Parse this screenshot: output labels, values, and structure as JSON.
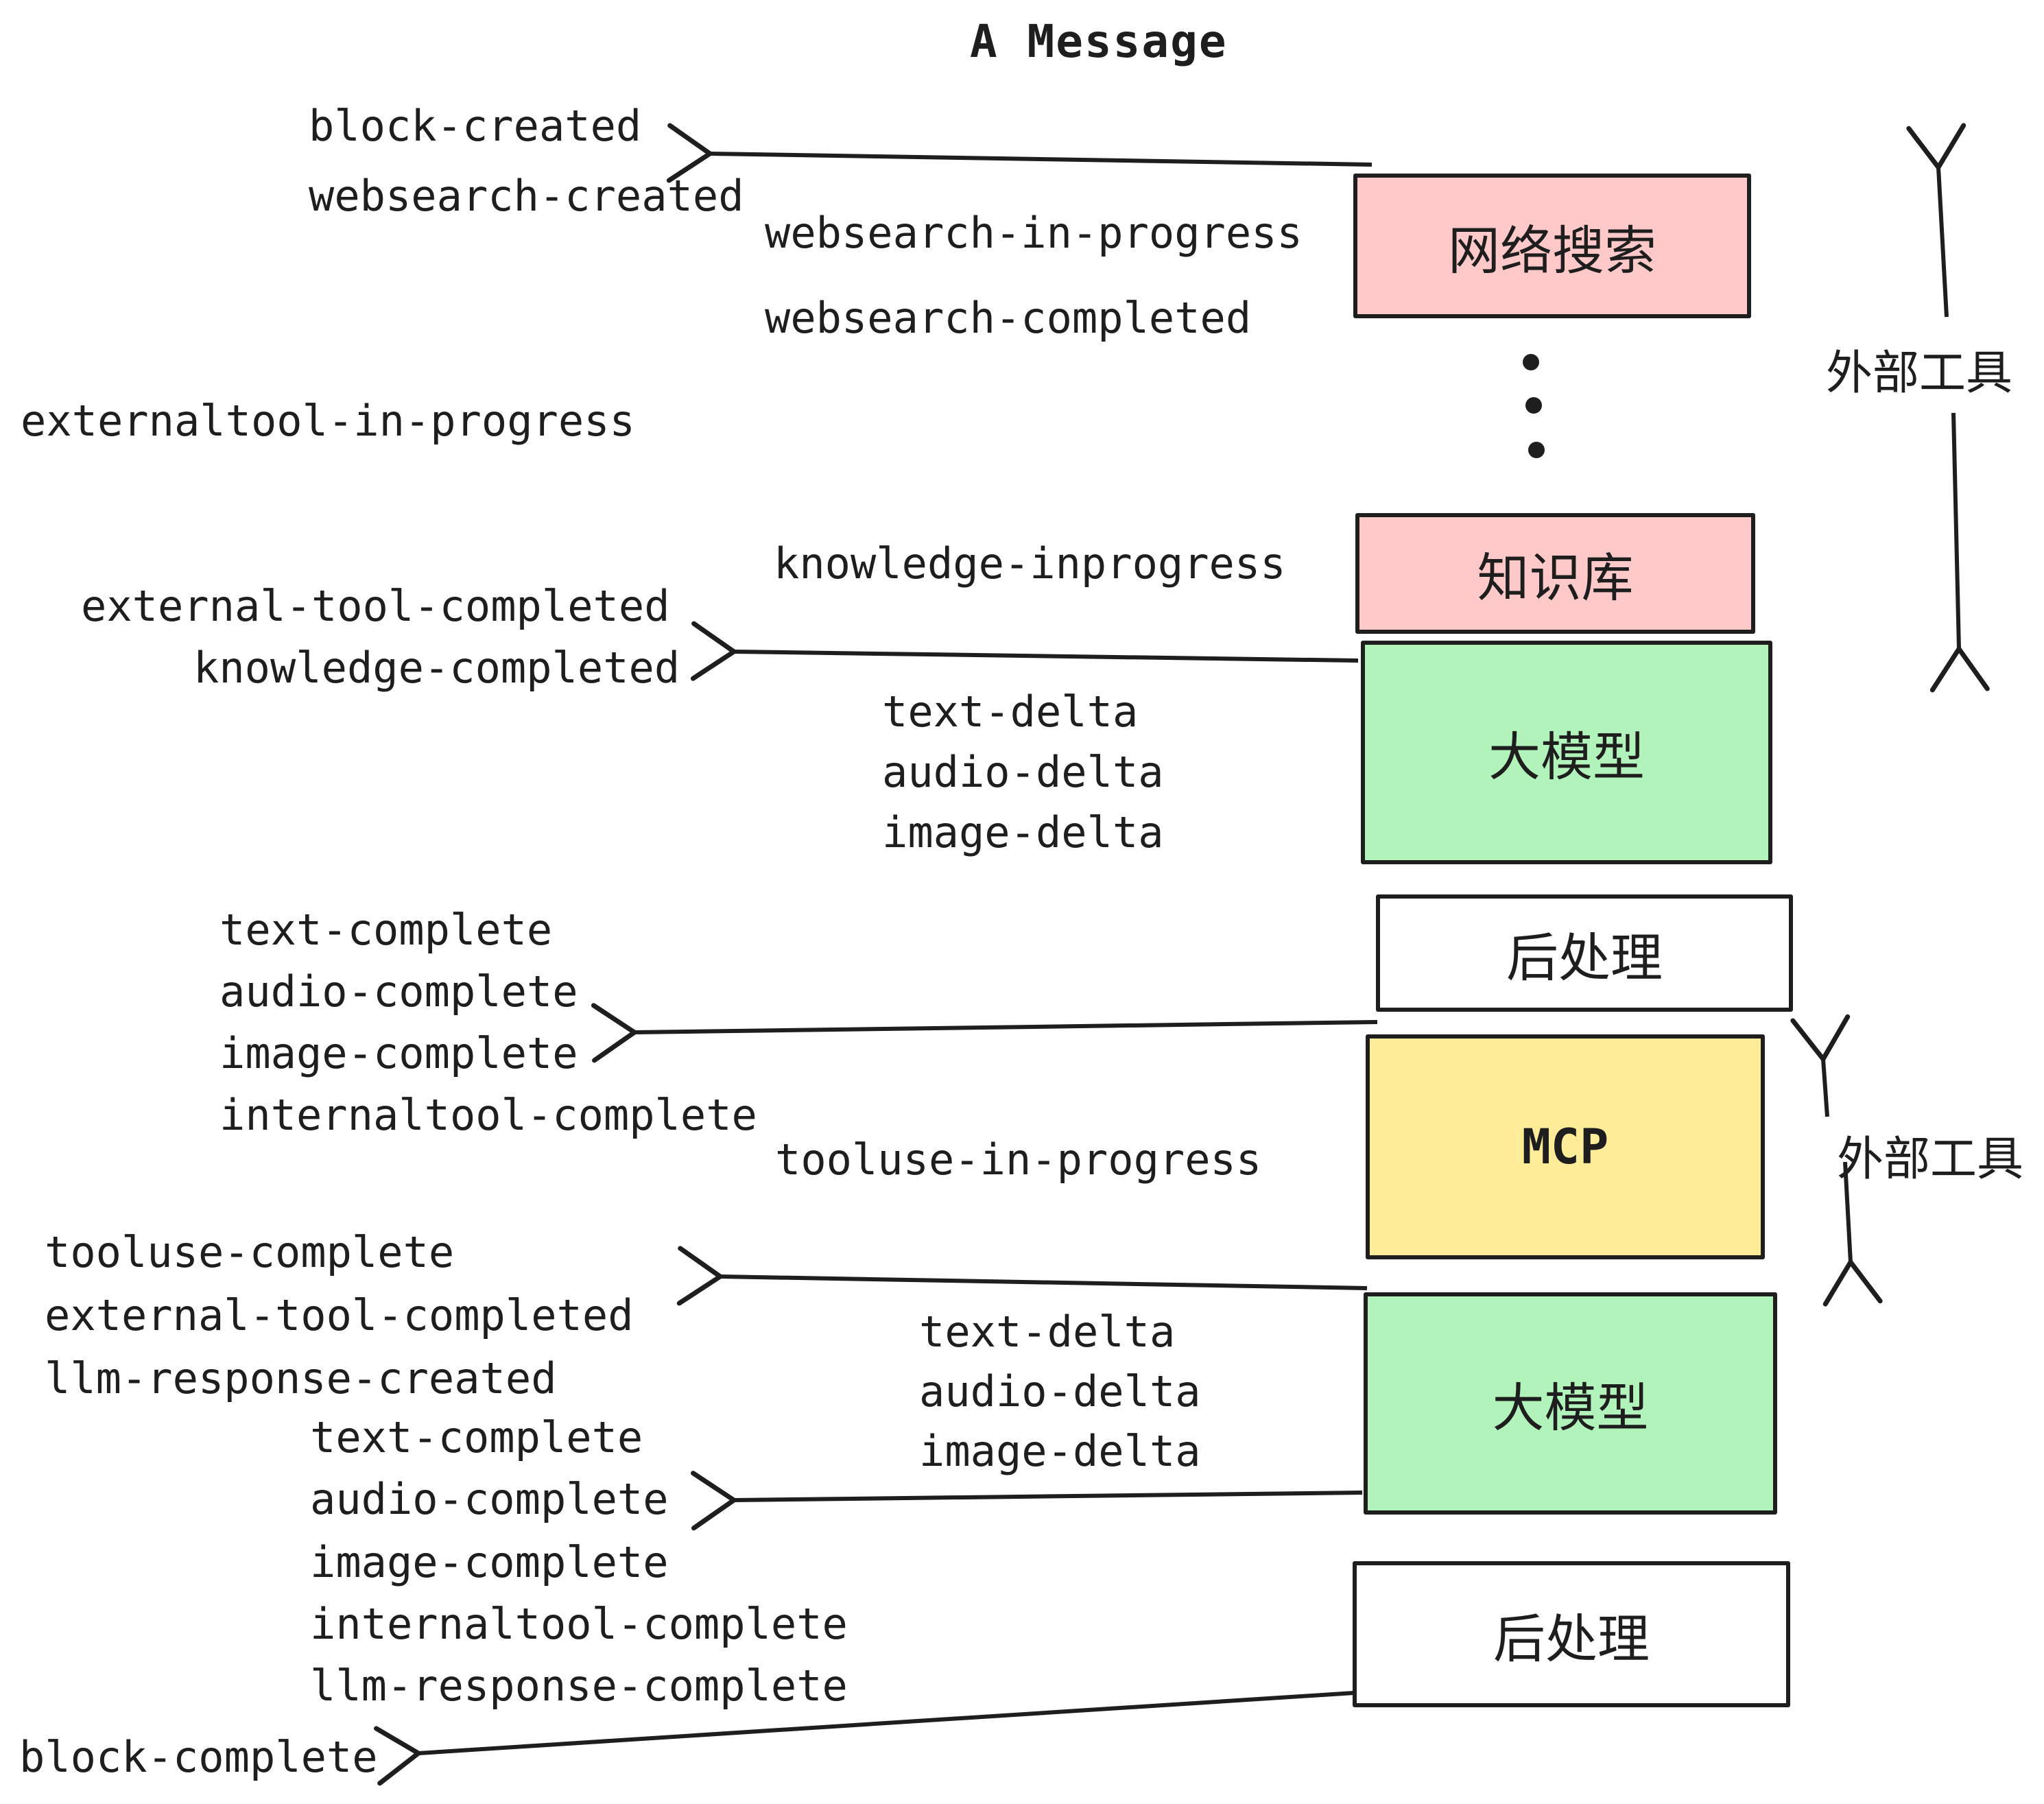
{
  "title": "A Message",
  "colors": {
    "ink": "#1e1e1e",
    "pink": "#ffc9c9",
    "green": "#b2f2bb",
    "yellow": "#ffec99",
    "white": "#ffffff"
  },
  "boxes": {
    "websearch": "网络搜索",
    "knowledge": "知识库",
    "llm1": "大模型",
    "post1": "后处理",
    "mcp": "MCP",
    "llm2": "大模型",
    "post2": "后处理"
  },
  "side_labels": {
    "external_tools_top": "外部工具",
    "external_tools_mid": "外部工具"
  },
  "events": {
    "block_created": "block-created",
    "websearch_created": "websearch-created",
    "websearch_in_progress": "websearch-in-progress",
    "websearch_completed": "websearch-completed",
    "externaltool_in_progress": "externaltool-in-progress",
    "knowledge_inprogress": "knowledge-inprogress",
    "external_tool_completed_1": "external-tool-completed",
    "knowledge_completed": "knowledge-completed",
    "text_delta_1": "text-delta",
    "audio_delta_1": "audio-delta",
    "image_delta_1": "image-delta",
    "text_complete_1": "text-complete",
    "audio_complete_1": "audio-complete",
    "image_complete_1": "image-complete",
    "internaltool_complete_1": "internaltool-complete",
    "tooluse_in_progress": "tooluse-in-progress",
    "tooluse_complete": "tooluse-complete",
    "external_tool_completed_2": "external-tool-completed",
    "llm_response_created": "llm-response-created",
    "text_delta_2": "text-delta",
    "audio_delta_2": "audio-delta",
    "image_delta_2": "image-delta",
    "text_complete_2": "text-complete",
    "audio_complete_2": "audio-complete",
    "image_complete_2": "image-complete",
    "internaltool_complete_2": "internaltool-complete",
    "llm_response_complete": "llm-response-complete",
    "block_complete": "block-complete"
  }
}
